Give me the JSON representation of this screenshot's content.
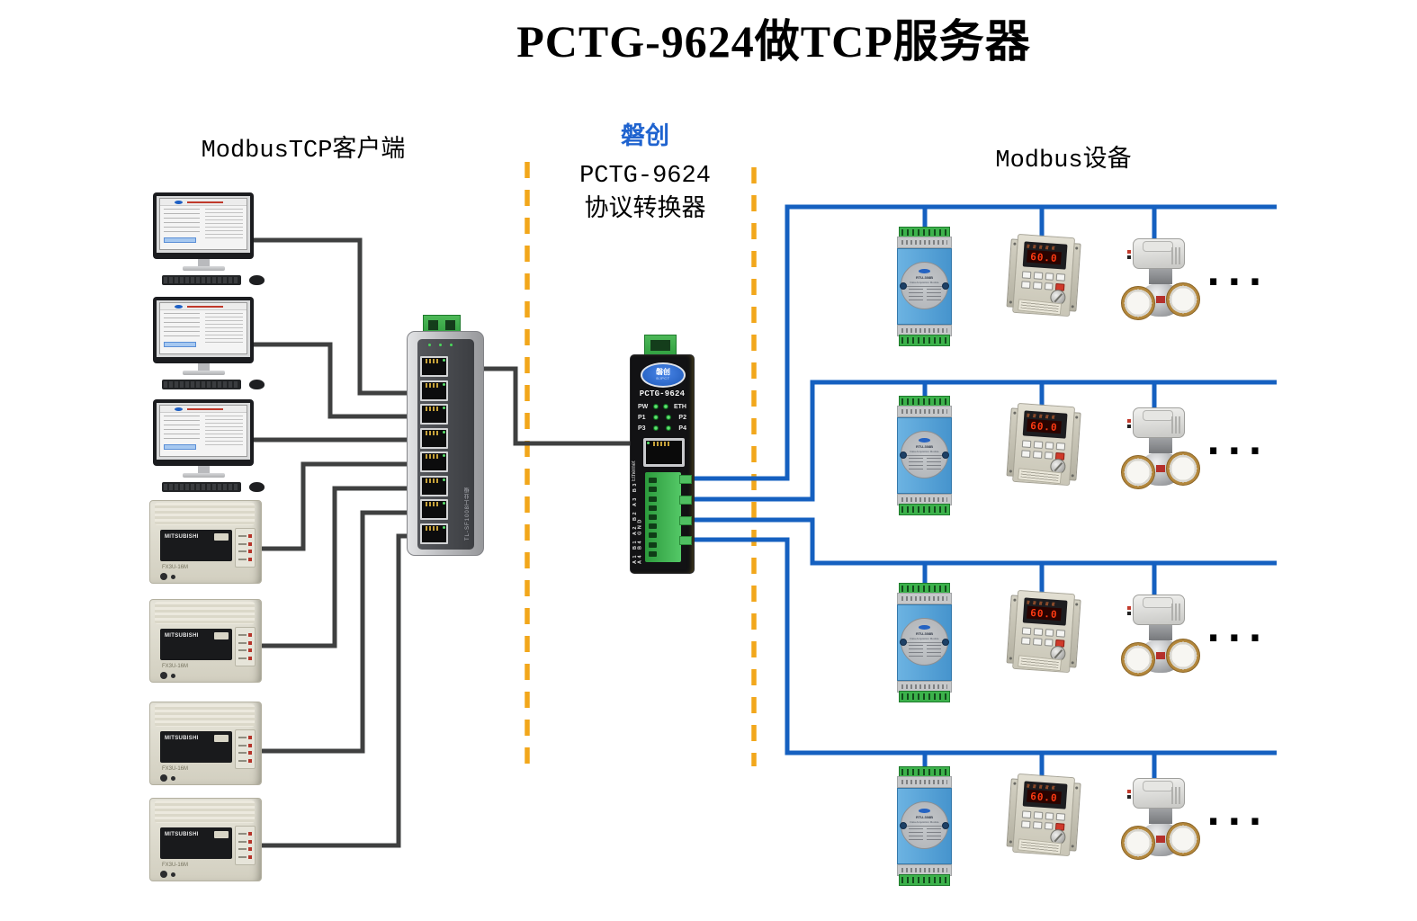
{
  "title": "PCTG-9624做TCP服务器",
  "sections": {
    "clients_label": "ModbusTCP客户端",
    "converter_brand": "磐创",
    "converter_model": "PCTG-9624",
    "converter_type": "协议转换器",
    "devices_label": "Modbus设备"
  },
  "colors": {
    "bus_blue": "#1560C0",
    "wire_dark": "#3F4040",
    "divider_orange": "#F2A71B",
    "brand_blue": "#1F63CF",
    "terminal_green": "#3CB24B",
    "led_green": "#39C24D",
    "display_red": "#FF3A12"
  },
  "switch": {
    "side_label": "TL-SF1008工业级"
  },
  "converter": {
    "logo_text": "磐创",
    "logo_sub": "BJPCT",
    "model": "PCTG-9624",
    "leds": {
      "row1_left": "PW",
      "row1_right": "ETH",
      "row2_left": "P1",
      "row2_right": "P2",
      "row3_left": "P3",
      "row3_right": "P4"
    },
    "port_label": "Ethernet",
    "terminal_labels": "A1 B1 A2 B2 A3 B3 A4 B4 GND"
  },
  "plc": {
    "brand": "MITSUBISHI",
    "model": "FX3U-16M"
  },
  "io_module": {
    "model": "RTU-308B",
    "desc": "Data Acquisition Module"
  },
  "vfd": {
    "display_value": "60.0"
  },
  "ellipsis": "..."
}
